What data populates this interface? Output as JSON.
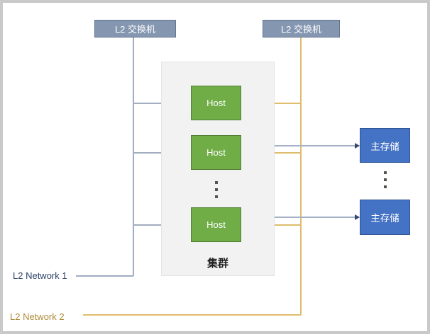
{
  "switches": [
    {
      "label": "L2 交换机"
    },
    {
      "label": "L2 交换机"
    }
  ],
  "cluster": {
    "label": "集群",
    "hosts": [
      {
        "label": "Host"
      },
      {
        "label": "Host"
      },
      {
        "label": "Host"
      }
    ]
  },
  "storages": [
    {
      "label": "主存储"
    },
    {
      "label": "主存储"
    }
  ],
  "networks": [
    {
      "label": "L2 Network 1",
      "text_color": "#2E4369",
      "line_color": "#A2ADC0"
    },
    {
      "label": "L2 Network 2",
      "text_color": "#AD8B37",
      "line_color": "#E0BC6B"
    }
  ],
  "colors": {
    "switch_fill": "#8496B0",
    "switch_border": "#65758F",
    "host_fill": "#70AD47",
    "host_border": "#507E32",
    "storage_fill": "#4472C4",
    "storage_border": "#2F5597",
    "cluster_fill": "#F2F2F2",
    "arrow": "#33486E",
    "frame": "#C9C9C9"
  }
}
